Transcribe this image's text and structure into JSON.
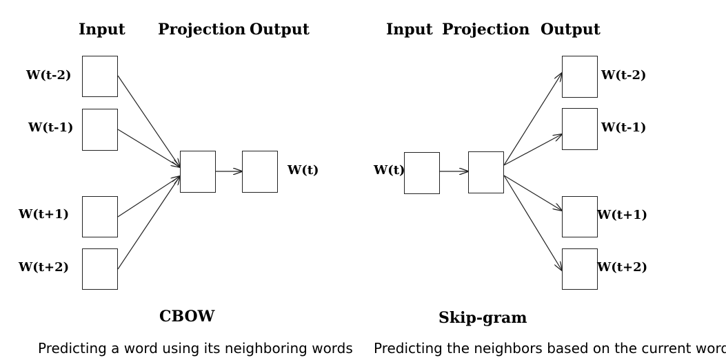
{
  "cbow": {
    "headers": {
      "input": "Input",
      "projection": "Projection",
      "output": "Output"
    },
    "inputs": [
      "W(t-2)",
      "W(t-1)",
      "W(t+1)",
      "W(t+2)"
    ],
    "output": "W(t)",
    "name": "CBOW",
    "caption": "Predicting a word using its neighboring words"
  },
  "skipgram": {
    "headers": {
      "input": "Input",
      "projection": "Projection",
      "output": "Output"
    },
    "input": "W(t)",
    "outputs": [
      "W(t-2)",
      "W(t-1)",
      "W(t+1)",
      "W(t+2)"
    ],
    "name": "Skip-gram",
    "caption": "Predicting the neighbors based on the current word"
  }
}
